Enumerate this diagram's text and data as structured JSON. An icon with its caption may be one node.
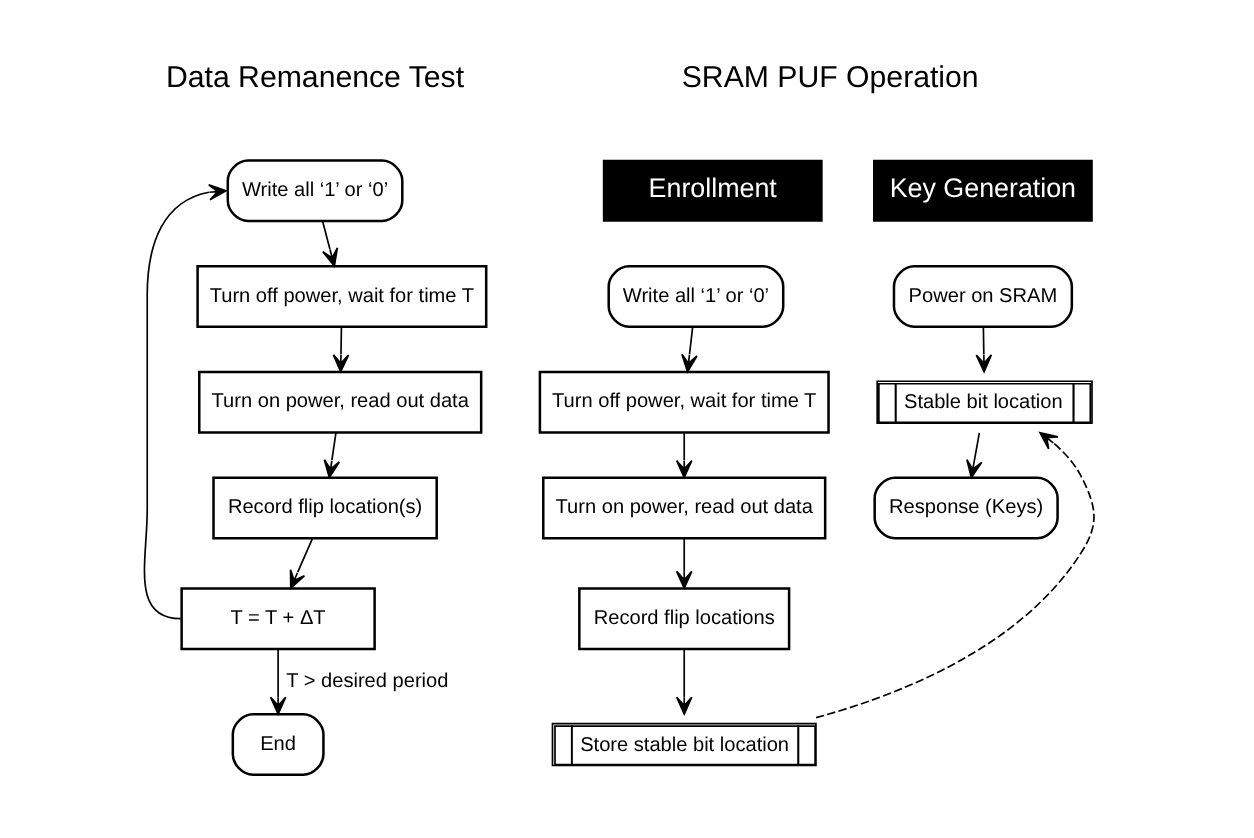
{
  "diagram": {
    "nodes": [
      {
        "text": [
          "Write all ‘1’ or ‘0’"
        ]
      },
      {
        "text": [
          "Turn off power, wait for time T"
        ]
      },
      {
        "text": [
          "Turn on power, read out data"
        ]
      },
      {
        "text": [
          "Record flip location(s)"
        ]
      },
      {
        "text": [
          "T = T + ΔT"
        ]
      },
      {
        "text": [
          "End"
        ]
      },
      {
        "text": [
          "Enrollment"
        ]
      },
      {
        "text": [
          "Key Generation"
        ]
      },
      {
        "text": [
          "Write all ‘1’ or ‘0’"
        ]
      },
      {
        "text": [
          "Turn off power, wait for time T"
        ]
      },
      {
        "text": [
          "Turn on power, read out data"
        ]
      },
      {
        "text": [
          "Record flip locations"
        ]
      },
      {
        "text": [
          "Store stable bit location"
        ]
      },
      {
        "text": [
          "Power on SRAM"
        ]
      },
      {
        "text": [
          "Stable bit location"
        ]
      },
      {
        "text": [
          "Response (Keys)"
        ]
      }
    ],
    "edges": [
      {
        "from": 0,
        "to": 1,
        "arrow": "to"
      },
      {
        "from": 1,
        "to": 2,
        "arrow": "to"
      },
      {
        "from": 2,
        "to": 3,
        "arrow": "to"
      },
      {
        "from": 3,
        "to": 4,
        "arrow": "to"
      },
      {
        "from": 4,
        "to": 0,
        "arrow": "to"
      },
      {
        "from": 4,
        "to": 5,
        "arrow": "to",
        "label": "T > desired period"
      },
      {
        "from": 8,
        "to": 9,
        "arrow": "to"
      },
      {
        "from": 9,
        "to": 10,
        "arrow": "to"
      },
      {
        "from": 10,
        "to": 11,
        "arrow": "to"
      },
      {
        "from": 11,
        "to": 12,
        "arrow": "to"
      },
      {
        "from": 12,
        "to": 14,
        "arrow": "to",
        "style": "dashed"
      },
      {
        "from": 13,
        "to": 14,
        "arrow": "to"
      },
      {
        "from": 14,
        "to": 15,
        "arrow": "to"
      }
    ],
    "labels": [
      "Data Remanence Test",
      "SRAM PUF Operation"
    ]
  }
}
